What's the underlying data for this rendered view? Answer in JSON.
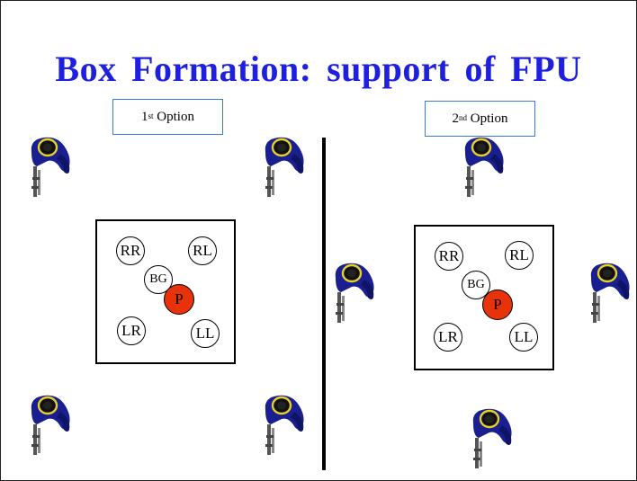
{
  "title": "Box Formation:  support of FPU",
  "options": [
    {
      "main": "1",
      "sup": "st",
      "rest": " Option"
    },
    {
      "main": "2",
      "sup": "nd",
      "rest": " Option"
    }
  ],
  "positions": {
    "rr": "RR",
    "rl": "RL",
    "bg": "BG",
    "p": "P",
    "lr": "LR",
    "ll": "LL"
  },
  "colors": {
    "title": "#1f1fe0",
    "principal": "#e8320a",
    "guard_body": "#1a1f8f",
    "guard_accent": "#e6d12a",
    "option_border": "#3a7bd5"
  },
  "icons": {
    "guard": "security-guard-topdown-icon"
  }
}
